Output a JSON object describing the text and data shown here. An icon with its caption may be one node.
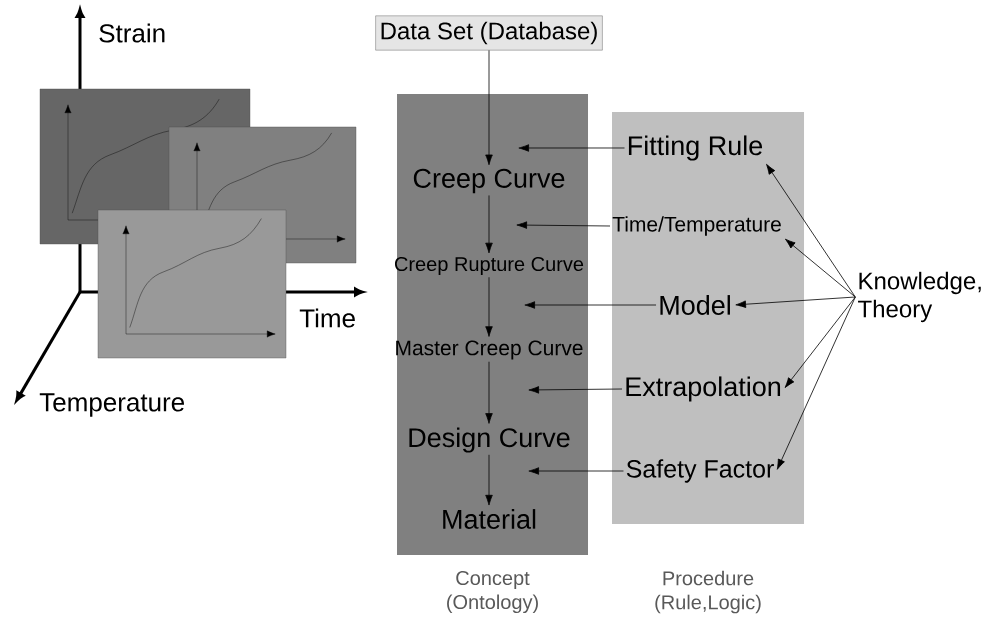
{
  "diagram": {
    "nodes": [
      {
        "text": [
          "Data Set (Database)"
        ]
      },
      {
        "text": [
          "Concept (Ontology)"
        ]
      },
      {
        "text": [
          "Creep Curve"
        ],
        "in": 1
      },
      {
        "text": [
          "Creep Rupture Curve"
        ],
        "in": 1
      },
      {
        "text": [
          "Master Creep Curve"
        ],
        "in": 1
      },
      {
        "text": [
          "Design Curve"
        ],
        "in": 1
      },
      {
        "text": [
          "Material"
        ],
        "in": 1
      },
      {
        "text": [
          "Procedure (Rule,Logic)"
        ]
      },
      {
        "text": [
          "Fitting Rule"
        ],
        "in": 7
      },
      {
        "text": [
          "Time/Temperature"
        ],
        "in": 7
      },
      {
        "text": [
          "Model"
        ],
        "in": 7
      },
      {
        "text": [
          "Extrapolation"
        ],
        "in": 7
      },
      {
        "text": [
          "Safety Factor"
        ],
        "in": 7
      },
      {
        "text": [
          "Knowledge, Theory"
        ]
      }
    ],
    "edges": [
      {
        "from": 0,
        "to": 2,
        "arrow": "to"
      },
      {
        "from": 2,
        "to": 3,
        "arrow": "to"
      },
      {
        "from": 3,
        "to": 4,
        "arrow": "to"
      },
      {
        "from": 4,
        "to": 5,
        "arrow": "to"
      },
      {
        "from": 5,
        "to": 6,
        "arrow": "to"
      },
      {
        "from": 8,
        "to": 2,
        "arrow": "to"
      },
      {
        "from": 9,
        "to": null,
        "arrow": "to"
      },
      {
        "from": 10,
        "to": null,
        "arrow": "to"
      },
      {
        "from": 11,
        "to": null,
        "arrow": "to"
      },
      {
        "from": 12,
        "to": 5,
        "arrow": "to"
      },
      {
        "from": 13,
        "to": 8,
        "arrow": "to"
      },
      {
        "from": 13,
        "to": 9,
        "arrow": "to"
      },
      {
        "from": 13,
        "to": 10,
        "arrow": "to"
      },
      {
        "from": 13,
        "to": 11,
        "arrow": "to"
      },
      {
        "from": 13,
        "to": 12,
        "arrow": "to"
      }
    ],
    "labels": [
      "Strain",
      "Time",
      "Temperature"
    ]
  }
}
